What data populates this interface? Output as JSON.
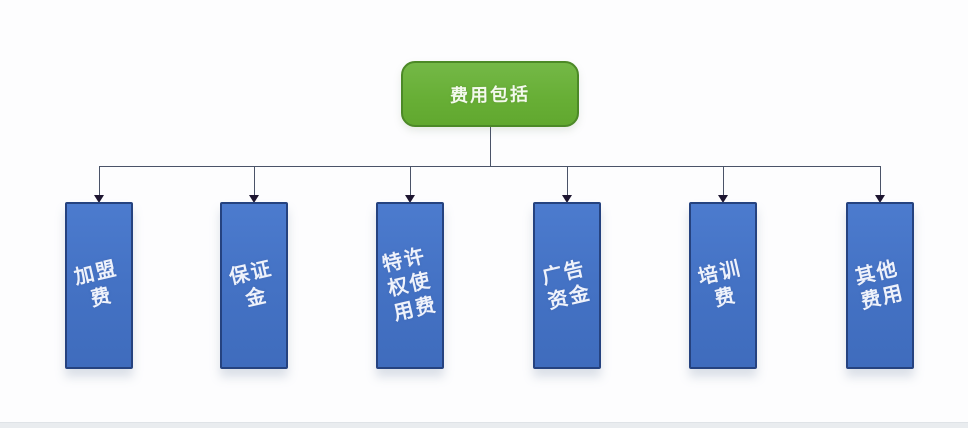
{
  "diagram": {
    "title": "费用包括 fee structure flowchart",
    "root": {
      "label": "费用包括",
      "fill": "#68af36",
      "border": "#4c8927",
      "text_color": "#ffffff"
    },
    "children": [
      {
        "label": "加盟\n费"
      },
      {
        "label": "保证\n金"
      },
      {
        "label": "特许\n权使\n用费"
      },
      {
        "label": "广告\n资金"
      },
      {
        "label": "培训\n费"
      },
      {
        "label": "其他\n费用"
      }
    ],
    "colors": {
      "child_fill": "#4472c4",
      "child_border": "#25427f",
      "connector_line": "#4a5368",
      "arrowhead": "#1e1631",
      "background": "#fdfdfe"
    },
    "layout_hint": "one root node on top, elbow bus connector, six vertical child boxes"
  }
}
